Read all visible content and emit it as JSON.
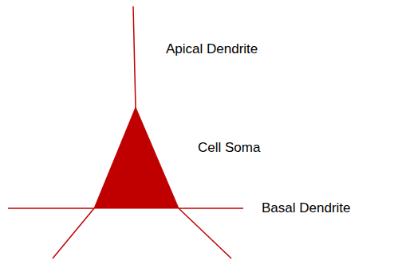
{
  "diagram": {
    "labels": [
      "Apical Dendrite",
      "Cell Soma",
      "Basal Dendrite"
    ]
  }
}
